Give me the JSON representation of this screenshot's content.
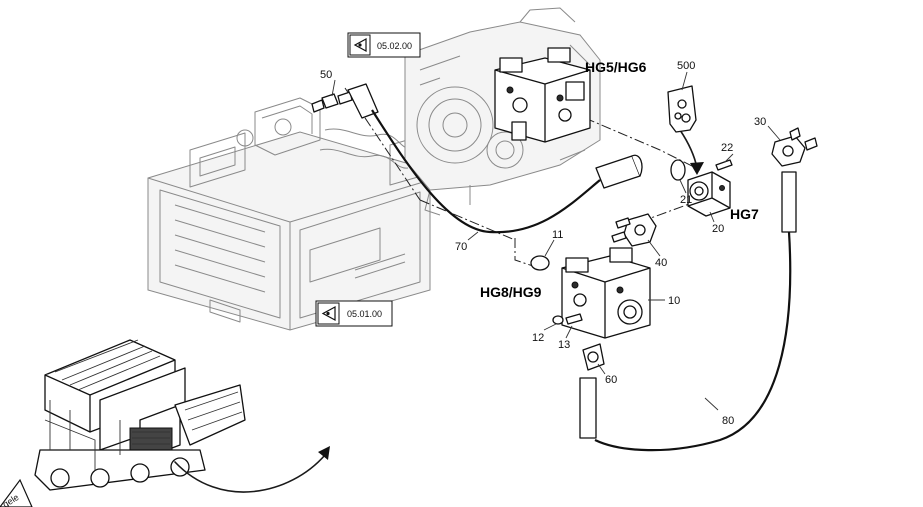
{
  "group_labels": {
    "hg56": "HG5/HG6",
    "hg89": "HG8/HG9",
    "hg7": "HG7"
  },
  "view_refs": {
    "top": "05.02.00",
    "mid": "05.01.00"
  },
  "callouts": {
    "c10": "10",
    "c11": "11",
    "c12": "12",
    "c13": "13",
    "c20": "20",
    "c21": "21",
    "c22": "22",
    "c30": "30",
    "c40": "40",
    "c50": "50",
    "c60": "60",
    "c70": "70",
    "c80": "80",
    "c500": "500"
  },
  "corner_text": "gele"
}
